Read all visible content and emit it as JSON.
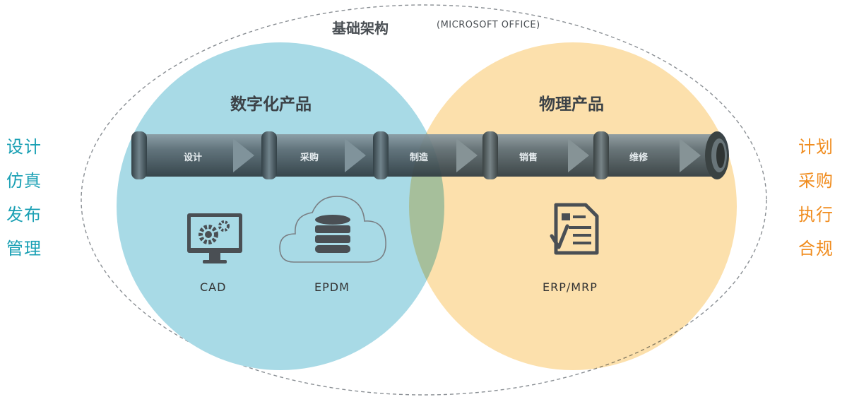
{
  "infrastructure": {
    "title": "基础架构",
    "subtitle": "(MICROSOFT OFFICE)"
  },
  "left_list": [
    "设计",
    "仿真",
    "发布",
    "管理"
  ],
  "right_list": [
    "计划",
    "采购",
    "执行",
    "合规"
  ],
  "regions": {
    "digital": "数字化产品",
    "physical": "物理产品"
  },
  "pipeline_stages": [
    "设计",
    "采购",
    "制造",
    "销售",
    "维修"
  ],
  "systems": [
    {
      "label": "CAD",
      "icon": "monitor-gears-icon"
    },
    {
      "label": "EPDM",
      "icon": "cloud-database-icon"
    },
    {
      "label": "ERP/MRP",
      "icon": "checklist-document-icon"
    }
  ],
  "colors": {
    "digital": "#a8dae6",
    "physical": "#fbd99a",
    "left_text": "#1aa0b4",
    "right_text": "#f08c1e",
    "pipe": "#4f5e66"
  }
}
